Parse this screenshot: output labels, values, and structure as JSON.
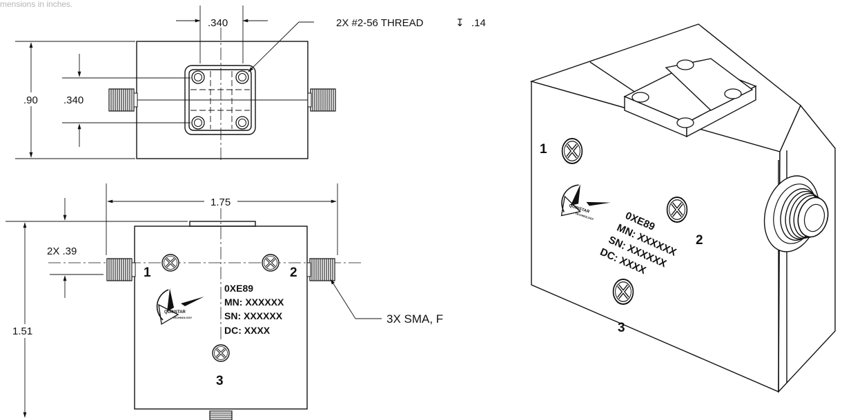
{
  "note": "mensions in inches.",
  "top_view": {
    "dim_width": ".340",
    "dim_height_total": ".90",
    "dim_height_flange": ".340",
    "thread_callout": "2X #2-56 THREAD",
    "thread_depth_symbol": "↧",
    "thread_depth": ".14"
  },
  "front_view": {
    "dim_length": "1.75",
    "dim_port_offset": "2X .39",
    "dim_height": "1.51",
    "connector_callout": "3X SMA, F",
    "port_labels": [
      "1",
      "2",
      "3"
    ],
    "label_lines": [
      "0XE89",
      "MN: XXXXXX",
      "SN: XXXXXX",
      "DC: XXXX"
    ],
    "logo_name": "QUINSTAR",
    "logo_sub": "TECHNOLOGY"
  },
  "iso_view": {
    "port_labels": [
      "1",
      "2",
      "3"
    ],
    "label_lines": [
      "0XE89",
      "MN: XXXXXX",
      "SN: XXXXXX",
      "DC: XXXX"
    ],
    "logo_name": "QUINSTAR",
    "logo_sub": "TECHNOLOGY"
  },
  "icons": [
    "screw-head-icon",
    "sma-connector-icon",
    "quinstar-logo-icon",
    "thread-depth-icon"
  ]
}
